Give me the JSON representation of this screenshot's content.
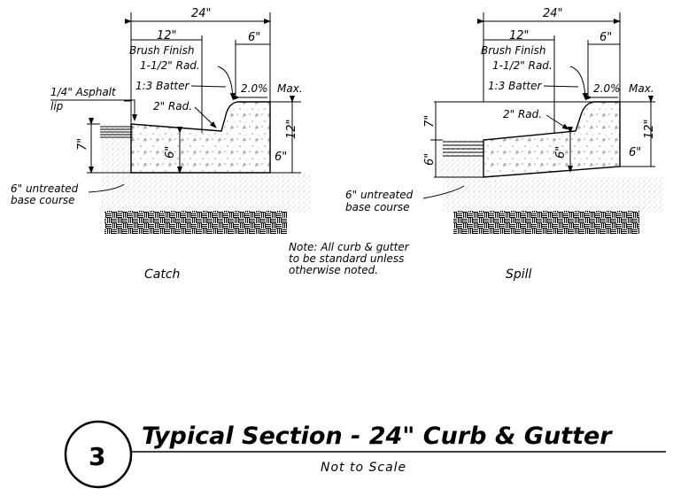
{
  "catch": {
    "dim_total": "24\"",
    "dim_half": "12\"",
    "dim_top": "6\"",
    "brush_finish": "Brush Finish",
    "radius_top": "1-1/2\" Rad.",
    "batter": "1:3 Batter",
    "slope": "2.0%",
    "slope_max": "Max.",
    "asphalt_lip_1": "1/4\" Asphalt",
    "asphalt_lip_2": "lip",
    "radius_gutter": "2\" Rad.",
    "dim_curb_height": "12\"",
    "dim_gutter_depth": "7\"",
    "dim_thickness": "6\"",
    "dim_toe": "6\"",
    "base_1": "6\" untreated",
    "base_2": "base course",
    "caption": "Catch"
  },
  "spill": {
    "dim_total": "24\"",
    "dim_half": "12\"",
    "dim_top": "6\"",
    "brush_finish": "Brush Finish",
    "radius_top": "1-1/2\" Rad.",
    "batter": "1:3 Batter",
    "slope": "2.0%",
    "slope_max": "Max.",
    "radius_gutter": "2\" Rad.",
    "dim_curb_height": "12\"",
    "dim_upper": "7\"",
    "dim_lower": "6\"",
    "dim_thickness": "6\"",
    "dim_toe": "6\"",
    "base_1": "6\" untreated",
    "base_2": "base course",
    "caption": "Spill"
  },
  "note": {
    "line1": "Note:  All curb & gutter",
    "line2": "to be standard unless",
    "line3": "otherwise noted."
  },
  "title_block": {
    "number": "3",
    "title": "Typical Section - 24\" Curb & Gutter",
    "subtitle": "Not to Scale"
  }
}
